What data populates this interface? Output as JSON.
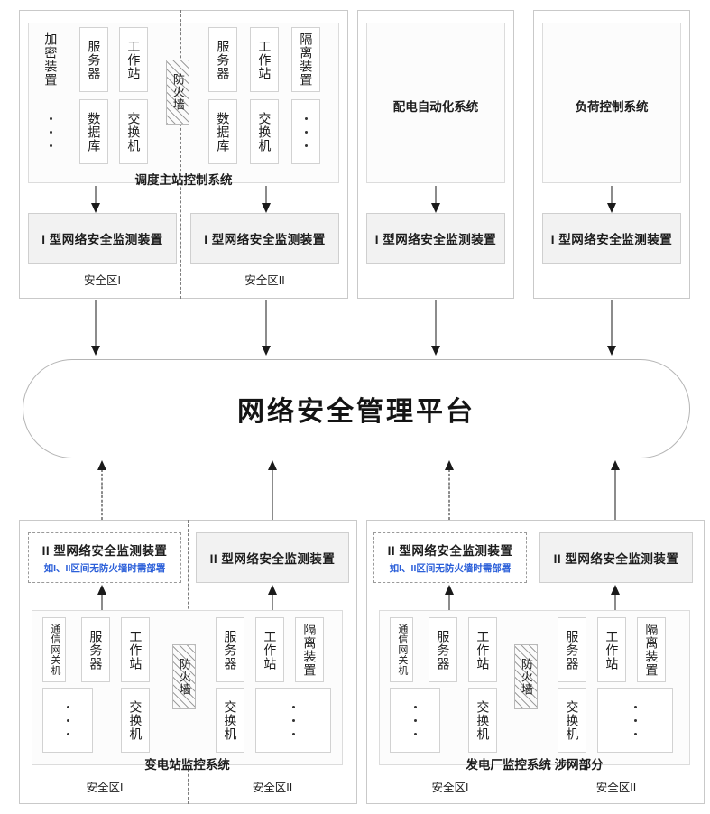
{
  "platform": {
    "label": "网络安全管理平台"
  },
  "labels": {
    "monitor_type1": "I 型网络安全监测装置",
    "monitor_type2": "II 型网络安全监测装置",
    "optional_note": "如I、II区间无防火墙时需部署",
    "zone1": "安全区I",
    "zone2": "安全区II",
    "firewall": "防火墙"
  },
  "devices": {
    "encryption": "加密装置",
    "server": "服务器",
    "workstation": "工作站",
    "database": "数据库",
    "switch": "交换机",
    "isolation": "隔离装置",
    "comm_gateway": "通信网关机"
  },
  "top_sections": [
    {
      "name": "dispatch",
      "system_label": "调度主站控制系统",
      "zone1": {
        "label": "安全区I",
        "monitor": "I 型网络安全监测装置",
        "devices_row1": [
          "加密装置",
          "服务器",
          "工作站"
        ],
        "devices_row2": [
          "dots",
          "数据库",
          "交换机"
        ]
      },
      "zone2": {
        "label": "安全区II",
        "monitor": "I 型网络安全监测装置",
        "devices_row1": [
          "服务器",
          "工作站",
          "隔离装置"
        ],
        "devices_row2": [
          "数据库",
          "交换机",
          "dots"
        ]
      }
    },
    {
      "name": "distribution",
      "system_label": "配电自动化系统",
      "monitor": "I 型网络安全监测装置"
    },
    {
      "name": "load-control",
      "system_label": "负荷控制系统",
      "monitor": "I 型网络安全监测装置"
    }
  ],
  "bottom_sections": [
    {
      "name": "substation",
      "system_label": "变电站监控系统",
      "zone1": {
        "label": "安全区I",
        "monitor": "II 型网络安全监测装置",
        "monitor_note": "如I、II区间无防火墙时需部署",
        "monitor_optional": true,
        "devices_row1": [
          "通信网关机",
          "服务器",
          "工作站"
        ],
        "devices_row2": [
          "dots",
          "交换机"
        ]
      },
      "zone2": {
        "label": "安全区II",
        "monitor": "II 型网络安全监测装置",
        "monitor_optional": false,
        "devices_row1": [
          "服务器",
          "工作站",
          "隔离装置"
        ],
        "devices_row2": [
          "交换机",
          "dots"
        ]
      }
    },
    {
      "name": "power-plant",
      "system_label": "发电厂监控系统  涉网部分",
      "zone1": {
        "label": "安全区I",
        "monitor": "II 型网络安全监测装置",
        "monitor_note": "如I、II区间无防火墙时需部署",
        "monitor_optional": true,
        "devices_row1": [
          "通信网关机",
          "服务器",
          "工作站"
        ],
        "devices_row2": [
          "dots",
          "交换机"
        ]
      },
      "zone2": {
        "label": "安全区II",
        "monitor": "II 型网络安全监测装置",
        "monitor_optional": false,
        "devices_row1": [
          "服务器",
          "工作站",
          "隔离装置"
        ],
        "devices_row2": [
          "交换机",
          "dots"
        ]
      }
    }
  ],
  "colors": {
    "note_blue": "#2b5fd9",
    "panel_border": "#c9c9c9",
    "monitor_fill": "#f2f2f2",
    "arrow": "#1a1a1a"
  }
}
